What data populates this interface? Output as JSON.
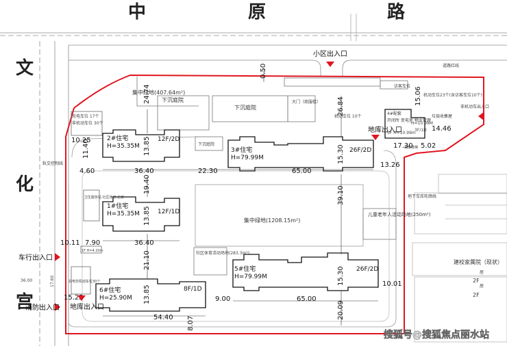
{
  "roads": {
    "top": [
      "中",
      "原",
      "路"
    ],
    "left": [
      "文",
      "化",
      "宫"
    ]
  },
  "gates": {
    "residential_entrance": "小区出入口",
    "vehicle_entrance": "车行出入口",
    "fire_entrance": "消防出入口",
    "garage_entrance_bottom": "地库出入口",
    "garage_entrance_top": "地库出入口",
    "nonmotor_entrance": "非机动车出入口"
  },
  "buildings": [
    {
      "id": "b2",
      "name": "2#住宅",
      "height": "H=35.35M",
      "floors": "12F/2D"
    },
    {
      "id": "b1",
      "name": "1#住宅",
      "height": "H=35.35M",
      "floors": "12F/1D"
    },
    {
      "id": "b3",
      "name": "3#住宅",
      "height": "H=79.99M",
      "floors": "26F/2D"
    },
    {
      "id": "b5",
      "name": "5#住宅",
      "height": "H=79.99M",
      "floors": "26F/2D"
    },
    {
      "id": "b6",
      "name": "6#住宅",
      "height": "H=25.90M",
      "floors": "8F/1D"
    },
    {
      "id": "b4",
      "name": "4#配套",
      "height": "H=10.99M",
      "floors": "3F/1D"
    }
  ],
  "areas": {
    "green_top": "集中绿地(407.64m²)",
    "green_center": "集中绿地(1208.15m²)",
    "sunken_court_left": "下沉庭院",
    "sunken_court_mid": "下沉庭院",
    "sunken_court_small": "下沉庭院",
    "sports": "社区体育活动场地(283.3m²)",
    "kids": "儿童老年人活动场地(250m²)",
    "lobby": "大门（商服楼）",
    "school": "建校家属院（现状）",
    "garage_line": "地下车库轮廓线",
    "red_line": "道路红线",
    "traffic_room": "轨交控制线",
    "bldg_2f": "2F",
    "bldg_2f_b": "2F",
    "existing_1": "居",
    "existing_2": "居"
  },
  "dims": {
    "top_offset": "0.50",
    "d2474": "24.74",
    "d2684": "26.84",
    "d1506": "15.06",
    "d1446": "14.46",
    "d1730": "17.30",
    "d502": "5.02",
    "d1025": "10.25",
    "d1140": "11.40",
    "d1385a": "13.85",
    "d460": "4.60",
    "d3640a": "36.40",
    "d2230": "22.30",
    "d6500a": "65.00",
    "d1530a": "15.30",
    "d1326": "13.26",
    "d1940": "19.40",
    "d3910": "39.10",
    "d1385b": "13.85",
    "d1011": "10.11",
    "d790": "7.90",
    "d3640b": "36.40",
    "d2110": "21.10",
    "d1385c": "13.85",
    "d900": "9.00",
    "d6500b": "65.00",
    "d1530b": "15.30",
    "d1001": "10.01",
    "d2009": "20.09",
    "d5440": "54.40",
    "d807": "8.07",
    "d1522": "15.22",
    "d1760": "17.60",
    "d3600": "36.00"
  },
  "notes": {
    "parking_top": "机动车位23个(含访客车位10个)",
    "parking_mid": "机动车位 10个",
    "note_left1": "充电车位 17个",
    "note_left2": "非机动车位 30个",
    "note_b1": "卫生服务站 社区用房 之家",
    "b4_use": "开闭所 变电室 物业管理",
    "b4_extra": "垃圾收集屋",
    "exit_mark": "疏散楼梯",
    "b6_note": "充电非机动车位30个",
    "b4_height2": "3F H=10.99m",
    "guest": "访客车位",
    "height_small": "1F H=4.20m"
  },
  "watermark": "搜狐号@搜狐焦点丽水站"
}
